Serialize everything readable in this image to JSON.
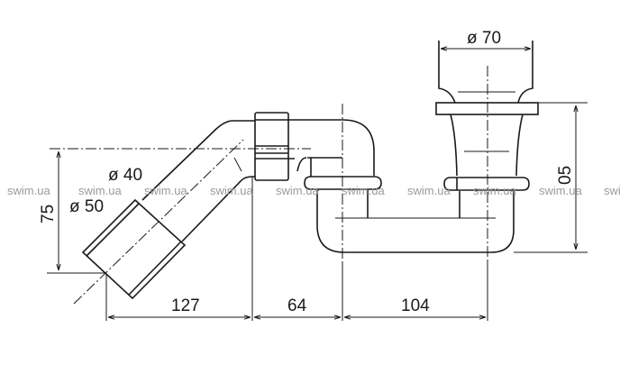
{
  "drawing": {
    "dimensions": {
      "outlet_diameter": "ø 70",
      "pipe_diameter": "ø 40",
      "socket_diameter": "ø 50",
      "height_left": "75",
      "height_right": "05",
      "length_a": "127",
      "length_b": "64",
      "length_c": "104"
    },
    "watermark": "swim.ua",
    "watermark_count": 10
  }
}
